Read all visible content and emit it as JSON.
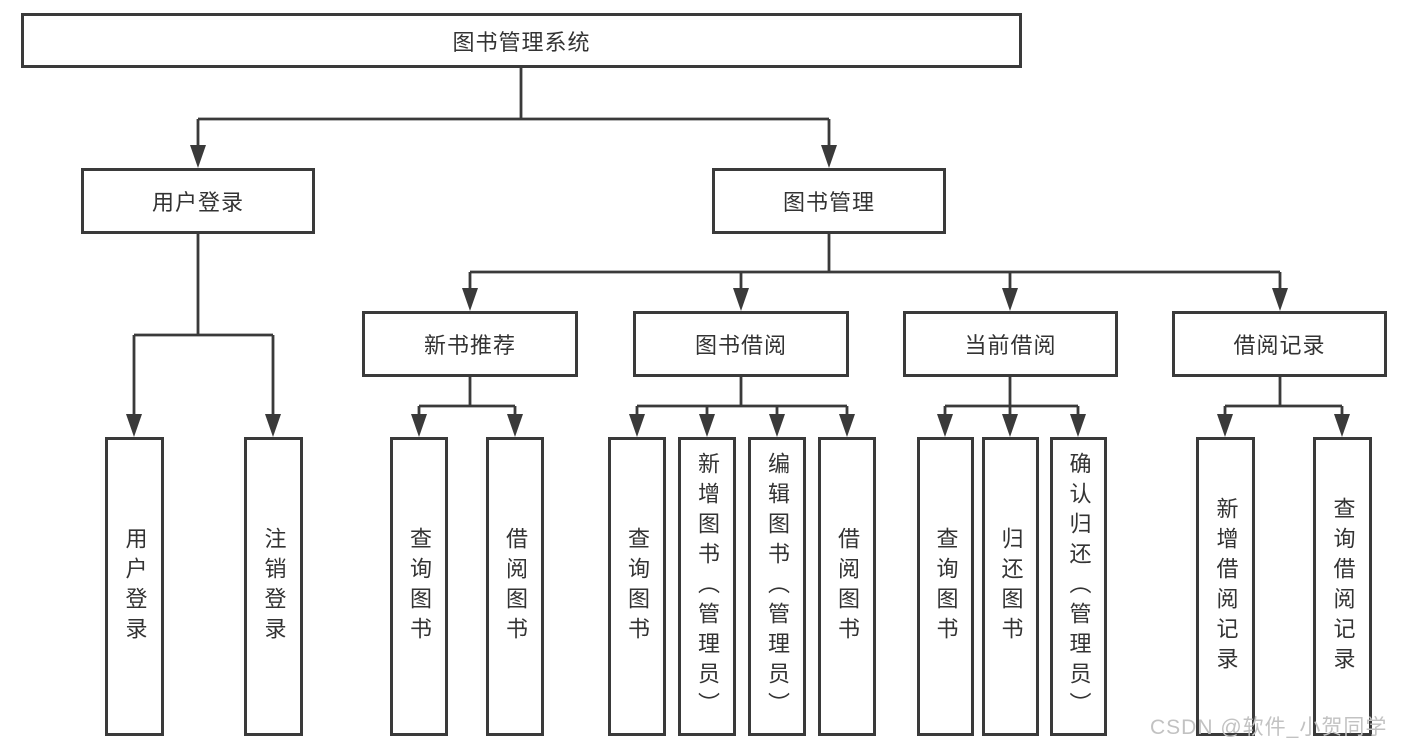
{
  "diagram": {
    "root_label": "图书管理系统",
    "branches": [
      {
        "label": "用户登录",
        "leaves": [
          "用户登录",
          "注销登录"
        ]
      },
      {
        "label": "图书管理",
        "groups": [
          {
            "label": "新书推荐",
            "leaves": [
              "查询图书",
              "借阅图书"
            ]
          },
          {
            "label": "图书借阅",
            "leaves": [
              "查询图书",
              "新增图书（管理员）",
              "编辑图书（管理员）",
              "借阅图书"
            ]
          },
          {
            "label": "当前借阅",
            "leaves": [
              "查询图书",
              "归还图书",
              "确认归还（管理员）"
            ]
          },
          {
            "label": "借阅记录",
            "leaves": [
              "新增借阅记录",
              "查询借阅记录"
            ]
          }
        ]
      }
    ]
  },
  "watermark": {
    "text": "CSDN @软件_小贺同学",
    "color": "#c2c2c2"
  },
  "colors": {
    "line": "#3a3a3a",
    "box_border": "#3a3a3a",
    "text": "#333333",
    "background": "#ffffff"
  }
}
